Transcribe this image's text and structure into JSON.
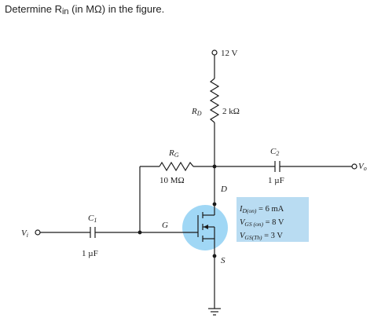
{
  "question": {
    "prefix": "Determine R",
    "subscript": "in",
    "suffix": " (in MΩ) in the figure."
  },
  "circuit": {
    "supply_label": "12 V",
    "rd_name": "R",
    "rd_sub": "D",
    "rd_value": "2 kΩ",
    "rg_name": "R",
    "rg_sub": "G",
    "rg_value": "10 MΩ",
    "c1_name": "C",
    "c1_sub": "1",
    "c1_value": "1 µF",
    "c2_name": "C",
    "c2_sub": "2",
    "c2_value": "1 µF",
    "vi_name": "V",
    "vi_sub": "i",
    "vo_name": "V",
    "vo_sub": "o",
    "drain_label": "D",
    "gate_label": "G",
    "source_label": "S",
    "spec1_main": "I",
    "spec1_sub": "D(on)",
    "spec1_val": " = 6 mA",
    "spec2_main": "V",
    "spec2_sub": "GS (on)",
    "spec2_val": " = 8 V",
    "spec3_main": "V",
    "spec3_sub": "GS(Th)",
    "spec3_val": " = 3 V",
    "spec_box_color": "#b9dcf2",
    "mosfet_highlight_color": "#8fd0f3"
  }
}
